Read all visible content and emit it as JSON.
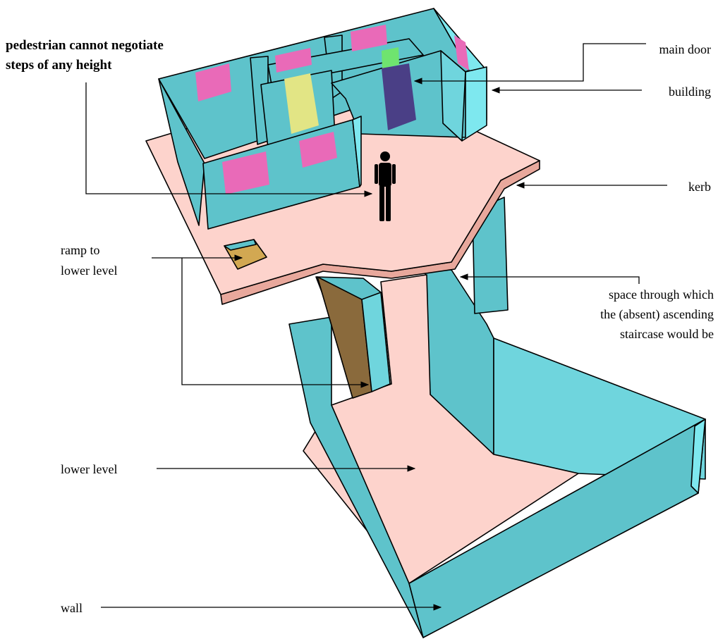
{
  "labels": {
    "pedestrian_line1": "pedestrian cannot negotiate",
    "pedestrian_line2": "steps of any height",
    "main_door": "main door",
    "building": "building",
    "kerb": "kerb",
    "ramp_line1": "ramp to",
    "ramp_line2": "lower level",
    "space_line1": "space through which",
    "space_line2": "the (absent) ascending",
    "space_line3": "staircase would be",
    "lower_level": "lower level",
    "wall": "wall"
  },
  "colors": {
    "wall": "#5ec3cb",
    "wall_light": "#7ee8ef",
    "floor": "#fdd3cc",
    "floor_edge": "#e8a89c",
    "ramp_upper": "#d2a852",
    "ramp_lower": "#8a6a3c",
    "poster_magenta": "#e96ab8",
    "poster_yellow": "#e2e585",
    "poster_green": "#6fe46f",
    "door_purple": "#4a3f86",
    "pedestrian": "#000000"
  },
  "icons": {
    "pedestrian": "person-figure-icon"
  }
}
